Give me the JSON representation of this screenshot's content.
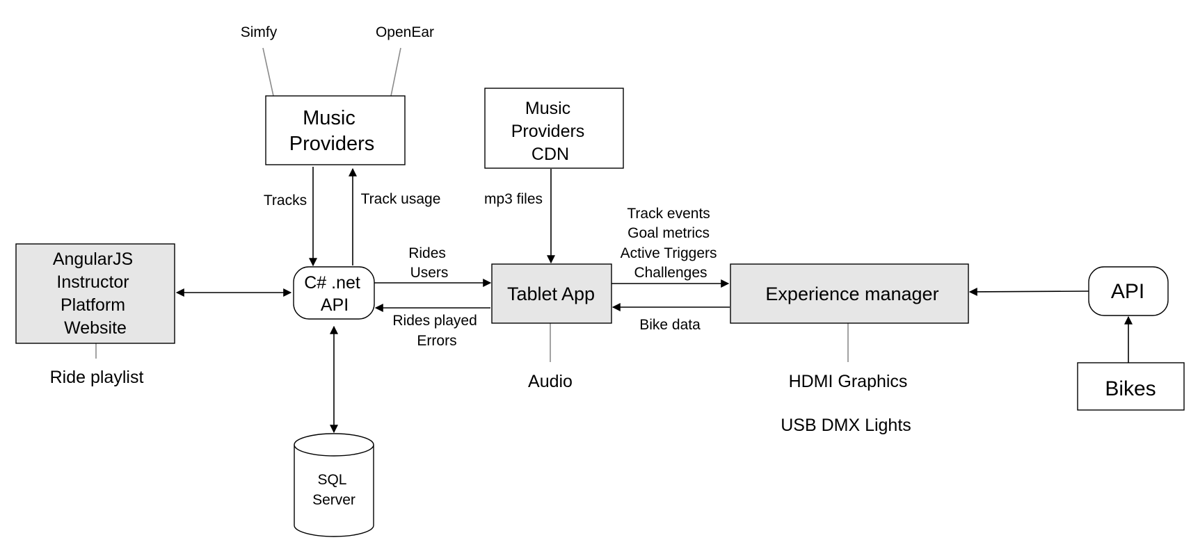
{
  "colors": {
    "fill_grey": "#e6e6e6",
    "fill_white": "#ffffff",
    "stroke": "#000000",
    "tag_line": "#8a8a8a"
  },
  "nodes": {
    "angular": {
      "lines": [
        "AngularJS",
        "Instructor",
        "Platform",
        "Website"
      ]
    },
    "api_cs": {
      "lines": [
        "C# .net",
        "API"
      ]
    },
    "music": {
      "lines": [
        "Music",
        "Providers"
      ]
    },
    "cdn": {
      "lines": [
        "Music",
        "Providers",
        "CDN"
      ]
    },
    "tablet": {
      "lines": [
        "Tablet App"
      ]
    },
    "experience": {
      "lines": [
        "Experience manager"
      ]
    },
    "api_right": {
      "lines": [
        "API"
      ]
    },
    "bikes": {
      "lines": [
        "Bikes"
      ]
    },
    "sql": {
      "lines": [
        "SQL",
        "Server"
      ]
    }
  },
  "annotations": {
    "simfy": "Simfy",
    "openear": "OpenEar",
    "ride_playlist": "Ride playlist",
    "audio": "Audio",
    "hdmi": "HDMI Graphics",
    "usb_dmx": "USB DMX Lights"
  },
  "edges": {
    "tracks": [
      "Tracks"
    ],
    "track_usage": [
      "Track usage"
    ],
    "mp3": [
      "mp3 files"
    ],
    "rides_users": [
      "Rides",
      "Users"
    ],
    "rides_played": [
      "Rides played",
      "Errors"
    ],
    "track_events": [
      "Track events",
      "Goal metrics",
      "Active Triggers",
      "Challenges"
    ],
    "bike_data": [
      "Bike data"
    ]
  }
}
